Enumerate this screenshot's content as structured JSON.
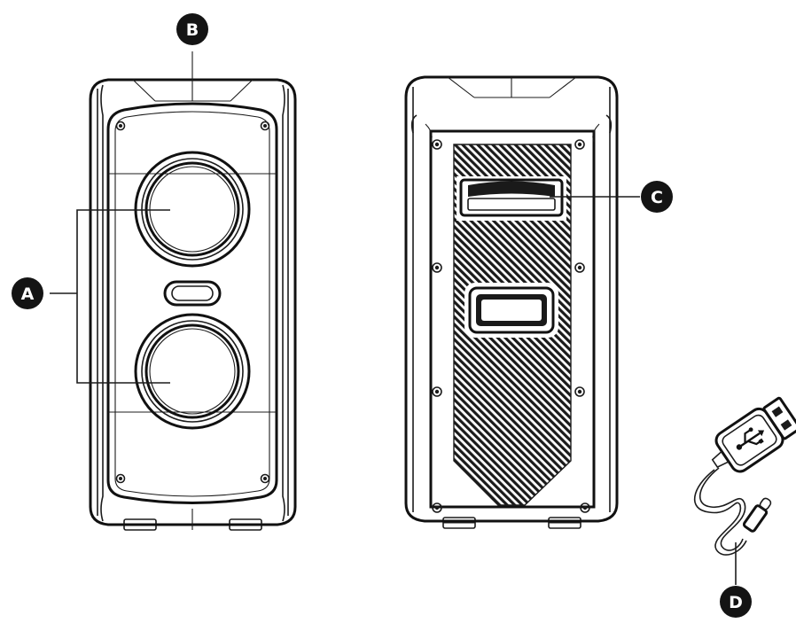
{
  "callouts": {
    "a": "A",
    "b": "B",
    "c": "C",
    "d": "D"
  },
  "colors": {
    "stroke": "#1c1c1c",
    "callout_fill": "#141414",
    "background": "#ffffff"
  },
  "icons": {
    "usb_symbol": "usb-icon"
  }
}
